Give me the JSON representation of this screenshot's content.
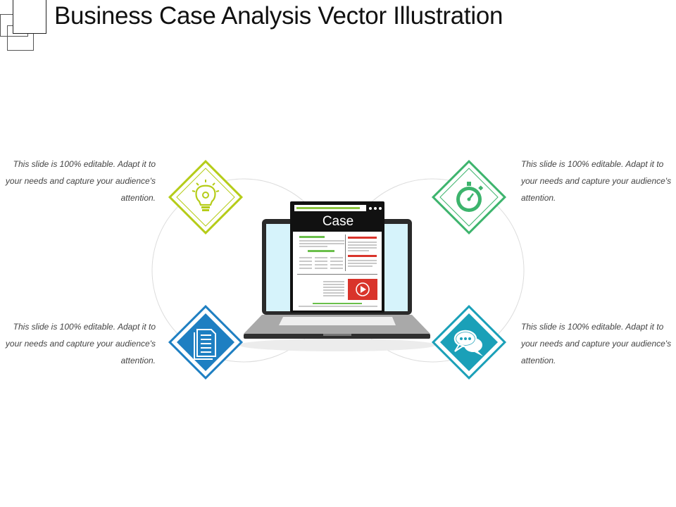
{
  "title": "Business Case Analysis Vector Illustration",
  "screen_label": "Case",
  "items": [
    {
      "position": "top-left",
      "text": "This slide is 100% editable. Adapt it to your needs and capture your audience's attention.",
      "icon": "lightbulb-gear-icon",
      "color": "#B5CC18"
    },
    {
      "position": "top-right",
      "text": "This slide is 100% editable. Adapt it to your needs and capture your audience's attention.",
      "icon": "stopwatch-icon",
      "color": "#3DB46D"
    },
    {
      "position": "bottom-left",
      "text": "This slide is 100% editable. Adapt it to your needs and capture your audience's attention.",
      "icon": "document-icon",
      "color": "#1E7FC2"
    },
    {
      "position": "bottom-right",
      "text": "This slide is 100% editable. Adapt it to your needs and capture your audience's attention.",
      "icon": "chat-bubbles-icon",
      "color": "#1AA0B8"
    }
  ]
}
